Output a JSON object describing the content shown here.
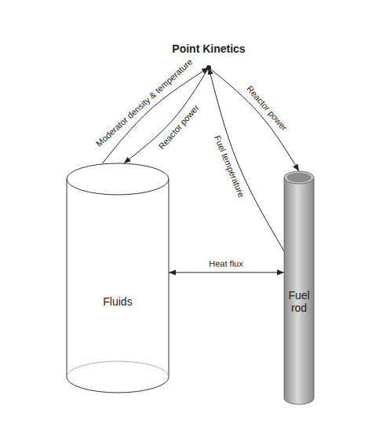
{
  "diagram": {
    "nodes": [
      {
        "text": [
          "Point Kinetics"
        ]
      },
      {
        "text": [
          "Fluids"
        ]
      },
      {
        "text": [
          "Fuel rod"
        ]
      }
    ],
    "edges": [
      {
        "from": 1,
        "to": 0,
        "arrow": "to",
        "label": "Moderator density & temperature"
      },
      {
        "from": 0,
        "to": 1,
        "arrow": "to",
        "label": "Reactor power"
      },
      {
        "from": 0,
        "to": 2,
        "arrow": "to",
        "label": "Reactor power"
      },
      {
        "from": 2,
        "to": 0,
        "arrow": "to",
        "label": "Fuel temperature"
      },
      {
        "from": 1,
        "to": 2,
        "arrow": "both",
        "label": "Heat flux"
      }
    ]
  }
}
